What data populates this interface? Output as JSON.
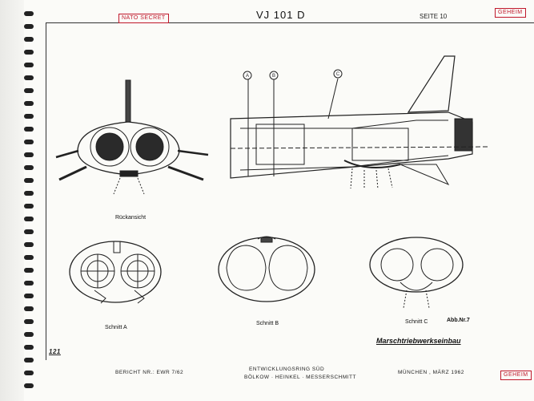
{
  "header": {
    "classification_left": "NATO SECRET",
    "title": "VJ 101 D",
    "page_label": "SEITE 10",
    "classification_right": "GEHEIM"
  },
  "captions": {
    "rear_view": "Rückansicht",
    "section_a": "Schnitt  A",
    "section_b": "Schnitt  B",
    "section_c": "Schnitt  C",
    "figure_number": "Abb.Nr.7",
    "main_caption": "Marschtriebwerkseinbau"
  },
  "callouts": [
    "A",
    "B",
    "C"
  ],
  "footer": {
    "page_number": "121",
    "report": "BERICHT NR.: EWR 7/62",
    "org_line1": "ENTWICKLUNGSRING  SÜD",
    "org_line2": "BÖLKOW · HEINKEL · MESSERSCHMITT",
    "place_date": "MÜNCHEN ,  MÄRZ 1962",
    "classification": "GEHEIM"
  },
  "colors": {
    "ink": "#222222",
    "stamp": "#c0182b",
    "paper": "#fbfbf8"
  }
}
